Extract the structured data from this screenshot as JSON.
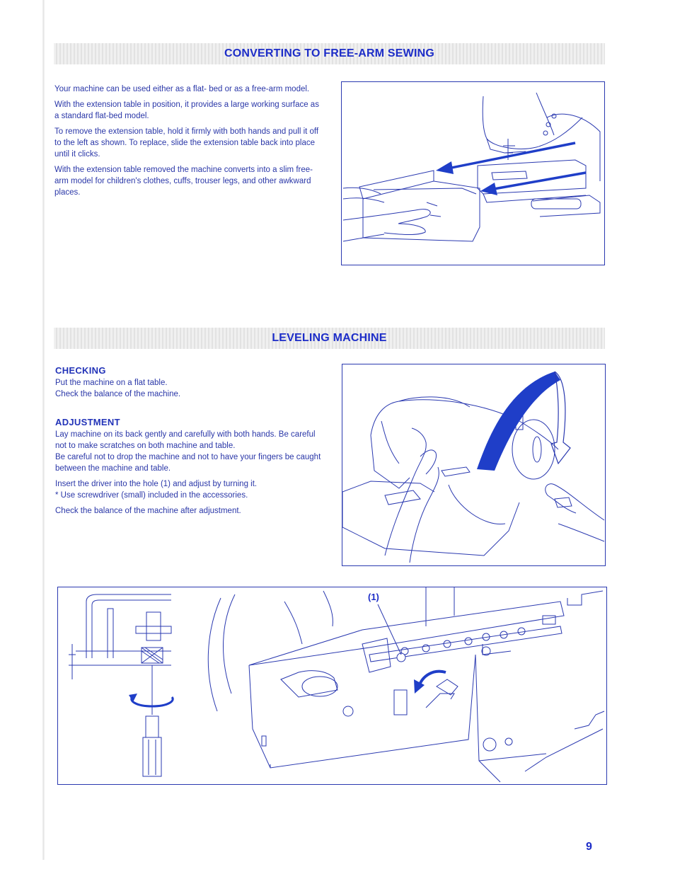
{
  "section1": {
    "title": "CONVERTING TO FREE-ARM SEWING",
    "paragraphs": [
      "Your machine can be used either as a flat- bed or as a free-arm model.",
      "With the extension table in position, it provides a large working surface as a standard flat-bed model.",
      "To remove the extension table, hold it firmly with both hands and pull it off to the left as shown. To replace, slide the extension table back into place until it clicks.",
      "With the extension table removed the machine converts into a slim free-arm model for children's clothes, cuffs, trouser legs, and other awkward places."
    ]
  },
  "section2": {
    "title": "LEVELING MACHINE",
    "checking": {
      "heading": "CHECKING",
      "lines": [
        "Put the machine on a flat table.",
        "Check the balance of the machine."
      ]
    },
    "adjustment": {
      "heading": "ADJUSTMENT",
      "paragraphs": [
        "Lay machine on its back gently and carefully with both hands. Be careful not to make scratches on both machine and table.",
        "Be careful not to drop the machine and not to have your fingers be caught between the machine and table.",
        "Insert the driver into the hole (1) and adjust by turning it.",
        "* Use screwdriver (small) included in the accessories.",
        "Check the balance of the machine after adjustment."
      ]
    }
  },
  "figures": {
    "callout_label": "(1)"
  },
  "page_number": "9",
  "colors": {
    "accent": "#1d2dc8",
    "arrow": "#1f3ec8",
    "text": "#2a37a8",
    "line_art": "#2a39b0"
  }
}
